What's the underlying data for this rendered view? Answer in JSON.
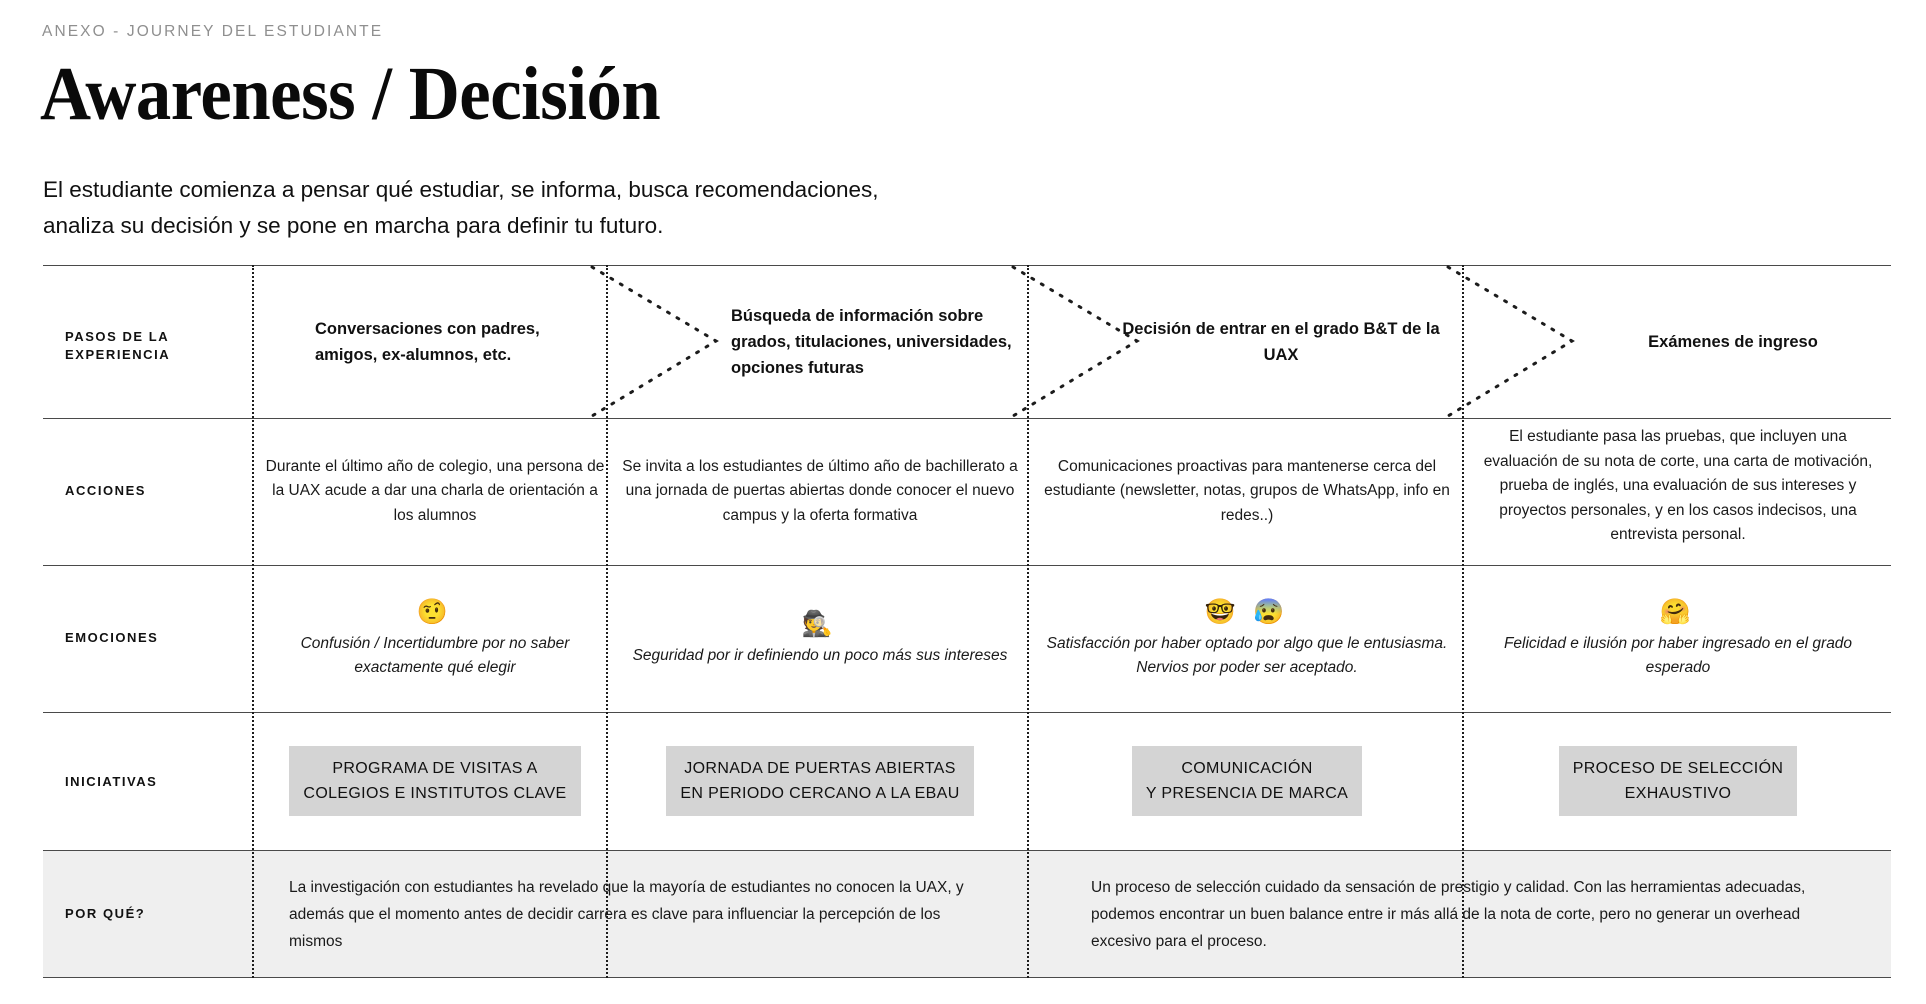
{
  "header": {
    "eyebrow": "ANEXO - JOURNEY DEL ESTUDIANTE",
    "title": "Awareness / Decisión",
    "subtitle": "El estudiante comienza a pensar qué estudiar, se informa, busca recomendaciones,\nanaliza su decisión y se pone en marcha para definir tu futuro."
  },
  "row_labels": {
    "pasos": "PASOS DE LA\nEXPERIENCIA",
    "acciones": "ACCIONES",
    "emociones": "EMOCIONES",
    "iniciativas": "INICIATIVAS",
    "por_que": "POR QUÉ?"
  },
  "steps": [
    {
      "text": "Conversaciones con padres, amigos,\nex-alumnos, etc."
    },
    {
      "text": "Búsqueda de información sobre\ngrados, titulaciones, universidades,\nopciones futuras"
    },
    {
      "text": "Decisión de entrar en el grado B&T de la UAX"
    },
    {
      "text": "Exámenes de ingreso"
    }
  ],
  "acciones": [
    "Durante el último año de colegio, una persona de la UAX acude a dar una charla de orientación a los alumnos",
    "Se invita a los estudiantes de último año de bachillerato a una jornada de puertas abiertas donde conocer el nuevo campus y la oferta formativa",
    "Comunicaciones proactivas para mantenerse cerca del estudiante (newsletter, notas, grupos de WhatsApp, info en redes..)",
    "El estudiante pasa las pruebas, que incluyen una evaluación de su nota de corte, una carta de motivación, prueba de inglés, una evaluación de sus intereses y proyectos personales, y en los casos indecisos, una entrevista personal."
  ],
  "emociones": [
    {
      "emoji": "🤨",
      "icons": [
        "raised-eyebrow-face-emoji"
      ],
      "text": "Confusión / Incertidumbre por no\nsaber exactamente qué elegir"
    },
    {
      "emoji": "🕵️",
      "icons": [
        "detective-emoji"
      ],
      "text": "Seguridad por ir definiendo un\npoco más sus intereses"
    },
    {
      "emoji": "🤓 😰",
      "icons": [
        "nerd-face-emoji",
        "anxious-face-with-sweat-emoji"
      ],
      "text": "Satisfacción por haber optado por algo que le\nentusiasma. Nervios por poder ser aceptado."
    },
    {
      "emoji": "🤗",
      "icons": [
        "hugging-face-emoji"
      ],
      "text": "Felicidad e ilusión por haber\ningresado en el grado esperado"
    }
  ],
  "iniciativas": [
    "PROGRAMA DE VISITAS A\nCOLEGIOS E INSTITUTOS CLAVE",
    "JORNADA DE PUERTAS ABIERTAS\nEN PERIODO CERCANO A LA EBAU",
    "COMUNICACIÓN\nY PRESENCIA DE MARCA",
    "PROCESO DE SELECCIÓN\nEXHAUSTIVO"
  ],
  "por_que": [
    "La investigación con estudiantes ha revelado que la mayoría de estudiantes no conocen la UAX, y además que el momento antes de decidir carrera es clave para influenciar la percepción de los mismos",
    "Un proceso de selección cuidado da sensación de prestigio y calidad. Con las herramientas adecuadas, podemos encontrar un buen balance entre ir más allá de la nota de corte, pero no generar un overhead excesivo para el proceso."
  ],
  "colors": {
    "rule": "#4a4a4a",
    "chip_bg": "#d4d4d4",
    "why_row_bg": "#efefef",
    "eyebrow": "#8f8f8f",
    "text": "#111111"
  }
}
